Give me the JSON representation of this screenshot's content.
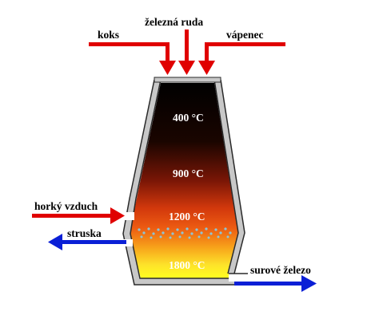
{
  "inputs": {
    "coke": "koks",
    "iron_ore": "železná ruda",
    "limestone": "vápenec"
  },
  "side": {
    "hot_air": "horký vzduch",
    "slag": "struska",
    "pig_iron": "surové železo"
  },
  "zones": [
    "400 °C",
    "900 °C",
    "1200 °C",
    "1800 °C"
  ],
  "colors": {
    "input_arrow": "#e00000",
    "output_arrow": "#0a1fd6",
    "furnace_top": "#000000",
    "furnace_mid": "#e84a10",
    "furnace_bottom": "#fff200",
    "bubbles": "#8fc4d6"
  }
}
